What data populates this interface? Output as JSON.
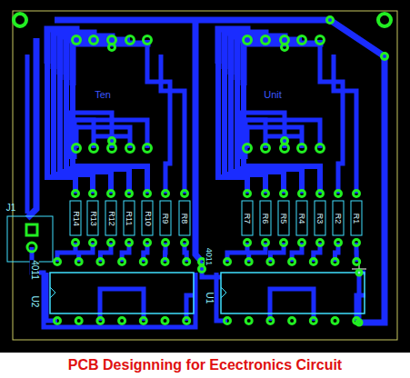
{
  "diagram": {
    "caption": "PCB Designning for Ecectronics Circuit",
    "labels": [
      "Ten",
      "Unit",
      "R14",
      "R13",
      "R12",
      "R11",
      "R10",
      "R9",
      "R8",
      "R7",
      "R6",
      "R5",
      "R4",
      "R3",
      "R2",
      "R1",
      "J1",
      "4011",
      "U2",
      "4011",
      "U1"
    ]
  }
}
